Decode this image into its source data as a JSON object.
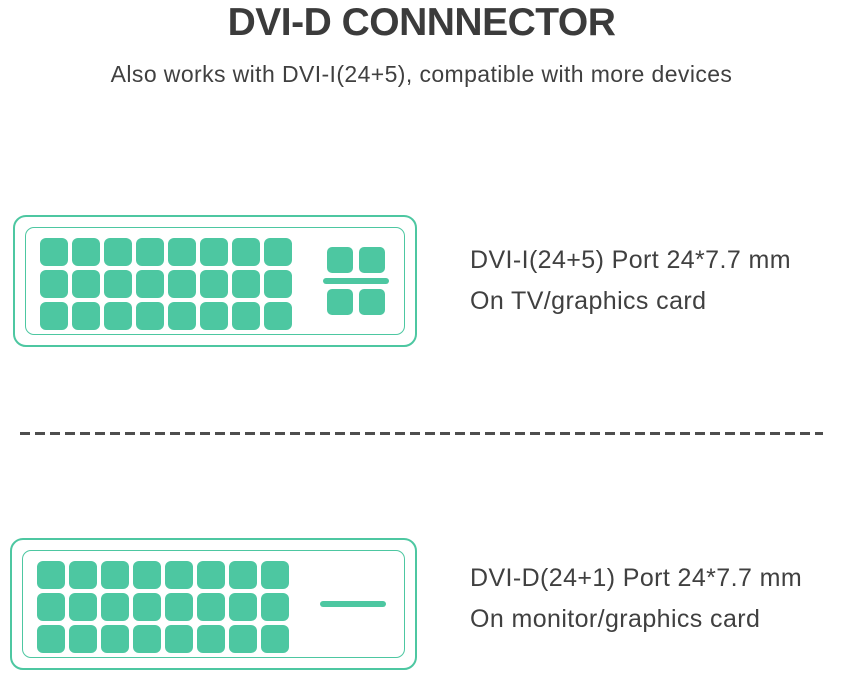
{
  "header": {
    "title": "DVI-D CONNNECTOR",
    "subtitle": "Also works with DVI-I(24+5), compatible with more devices"
  },
  "colors": {
    "connector_green": "#4dc7a1",
    "heading_text": "#3b3b3b",
    "body_text": "#404040",
    "divider": "#4e4e4e",
    "background": "#ffffff"
  },
  "sections": [
    {
      "connector_type": "DVI-I (24+5)",
      "pin_grid": {
        "rows": 3,
        "cols": 8,
        "total_pins": 24
      },
      "analog_block": {
        "corner_pins": 4,
        "has_blade": true
      },
      "label_line1": "DVI-I(24+5) Port 24*7.7 mm",
      "label_line2": "On TV/graphics card"
    },
    {
      "connector_type": "DVI-D (24+1)",
      "pin_grid": {
        "rows": 3,
        "cols": 8,
        "total_pins": 24
      },
      "analog_block": {
        "corner_pins": 0,
        "has_blade": true
      },
      "label_line1": "DVI-D(24+1) Port 24*7.7 mm",
      "label_line2": "On monitor/graphics card"
    }
  ]
}
